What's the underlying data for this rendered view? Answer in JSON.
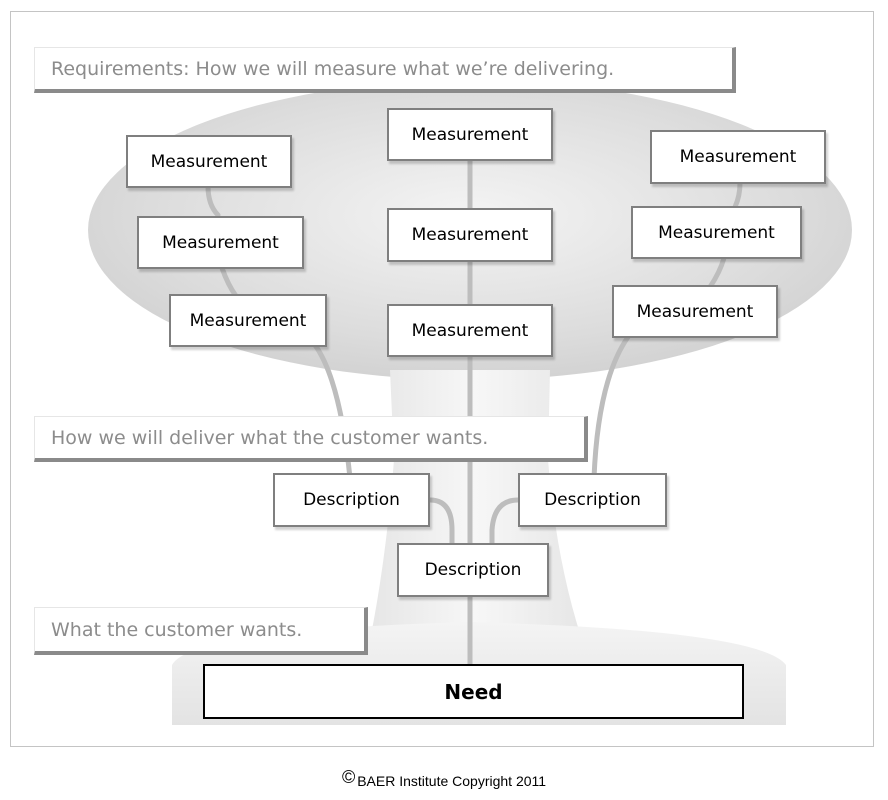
{
  "banners": {
    "requirements": "Requirements: How we will measure what we’re delivering.",
    "deliver": "How we will deliver what the customer wants.",
    "wants": "What the customer wants."
  },
  "measurements": {
    "left": [
      "Measurement",
      "Measurement",
      "Measurement"
    ],
    "center": [
      "Measurement",
      "Measurement",
      "Measurement"
    ],
    "right": [
      "Measurement",
      "Measurement",
      "Measurement"
    ]
  },
  "descriptions": {
    "left": "Description",
    "center": "Description",
    "right": "Description"
  },
  "need": "Need",
  "footer": {
    "copyright_symbol": "©",
    "text": "BAER Institute Copyright 2011"
  },
  "colors": {
    "canopy": "#d9d9d9",
    "trunk": "#e3e3e3",
    "branch": "#bdbdbd",
    "box_border": "#7f7f7f",
    "banner_text": "#8c8c8c"
  }
}
